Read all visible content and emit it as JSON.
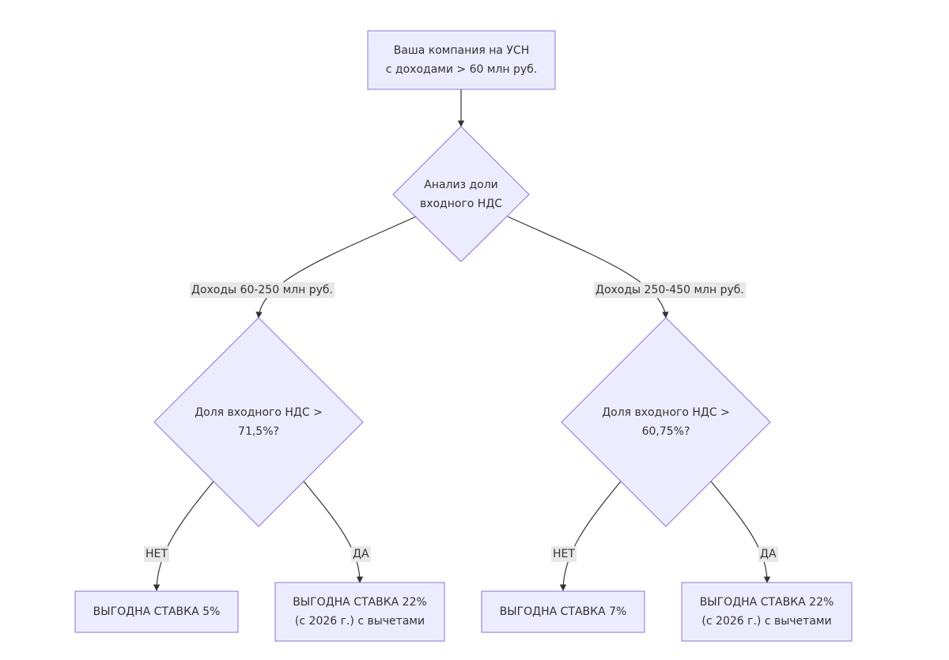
{
  "colors": {
    "node_fill": "#ECECFF",
    "node_stroke": "#9370DB",
    "edge": "#333333",
    "label_bg": "#E8E8E8"
  },
  "nodes": {
    "start": {
      "line1": "Ваша компания на УСН",
      "line2": "с доходами > 60 млн руб."
    },
    "analysis": {
      "line1": "Анализ доли",
      "line2": "входного НДС"
    },
    "left_decision": {
      "line1": "Доля входного НДС >",
      "line2": "71,5%?"
    },
    "right_decision": {
      "line1": "Доля входного НДС >",
      "line2": "60,75%?"
    },
    "result_5": {
      "line1": "ВЫГОДНА СТАВКА 5%"
    },
    "result_22_left": {
      "line1": "ВЫГОДНА СТАВКА 22%",
      "line2": "(с 2026 г.) с вычетами"
    },
    "result_7": {
      "line1": "ВЫГОДНА СТАВКА 7%"
    },
    "result_22_right": {
      "line1": "ВЫГОДНА СТАВКА 22%",
      "line2": "(с 2026 г.) с вычетами"
    }
  },
  "edges": {
    "income_low": "Доходы 60-250 млн руб.",
    "income_high": "Доходы 250-450 млн руб.",
    "left_no": "НЕТ",
    "left_yes": "ДА",
    "right_no": "НЕТ",
    "right_yes": "ДА"
  }
}
